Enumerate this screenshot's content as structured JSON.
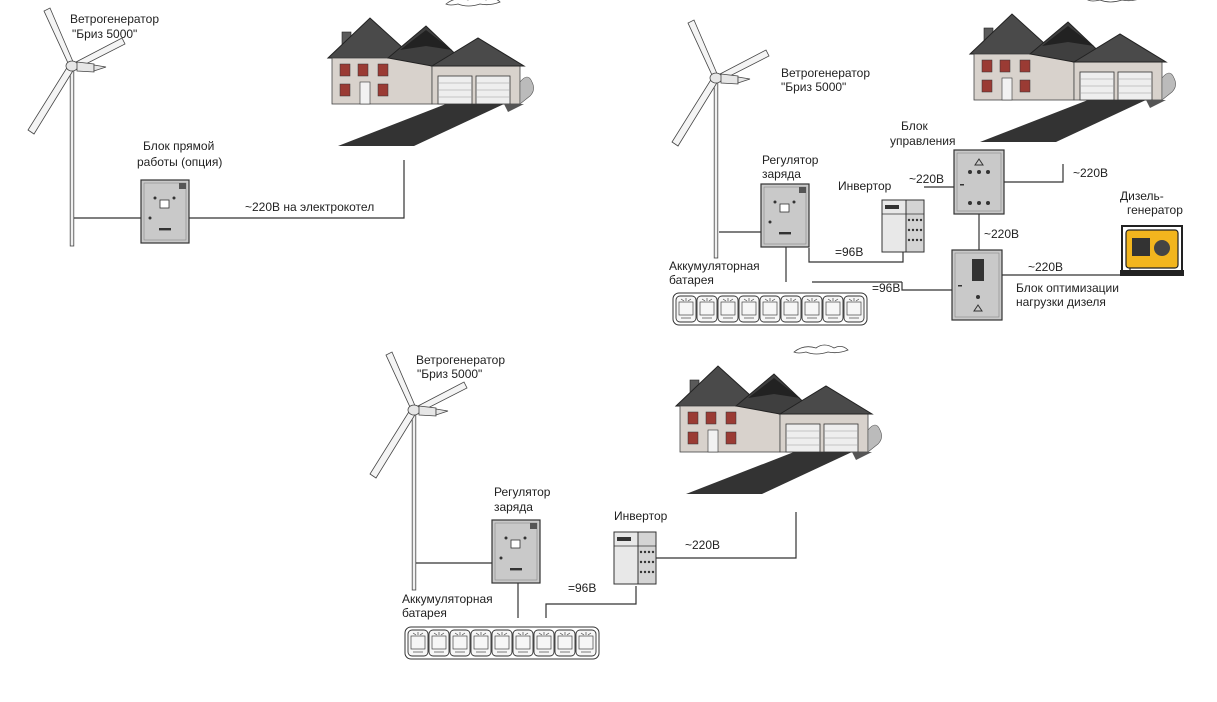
{
  "labels": {
    "wind_generator_line1": "Ветрогенератор",
    "wind_generator_line2": "\"Бриз 5000\"",
    "direct_unit_line1": "Блок прямой",
    "direct_unit_line2": "работы (опция)",
    "boiler_feed": "~220В на электрокотел",
    "charge_regulator_line1": "Регулятор",
    "charge_regulator_line2": "заряда",
    "inverter": "Инвертор",
    "battery_line1": "Аккумуляторная",
    "battery_line2": "батарея",
    "control_unit_line1": "Блок",
    "control_unit_line2": "управления",
    "diesel_gen_line1": "Дизель-",
    "diesel_gen_line2": "генератор",
    "diesel_opt_line1": "Блок оптимизации",
    "diesel_opt_line2": "нагрузки дизеля",
    "ac_220": "~220В",
    "dc_96": "=96В"
  },
  "colors": {
    "unit_fill": "#c9c9c9",
    "roof": "#4a4a4a",
    "house_wall": "#d8d2cc",
    "brick_accent": "#9a3b34",
    "generator": "#f2b51e",
    "grass": "#1c1c1c"
  },
  "icons": [
    "wind-turbine-icon",
    "house-icon",
    "control-box-icon",
    "inverter-icon",
    "battery-cell-icon",
    "diesel-generator-icon",
    "cloud-icon"
  ]
}
